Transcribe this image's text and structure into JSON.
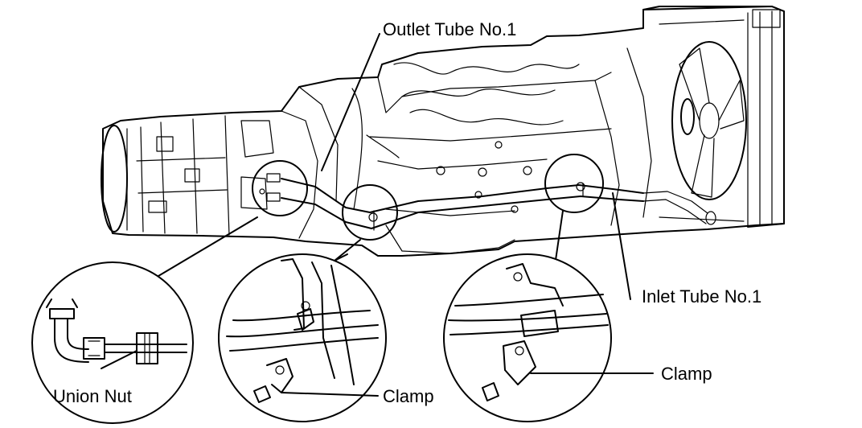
{
  "labels": {
    "outlet_tube": "Outlet Tube No.1",
    "inlet_tube": "Inlet Tube No.1",
    "union_nut": "Union Nut",
    "clamp_center": "Clamp",
    "clamp_right": "Clamp"
  },
  "colors": {
    "line": "#000000",
    "background": "#ffffff"
  }
}
